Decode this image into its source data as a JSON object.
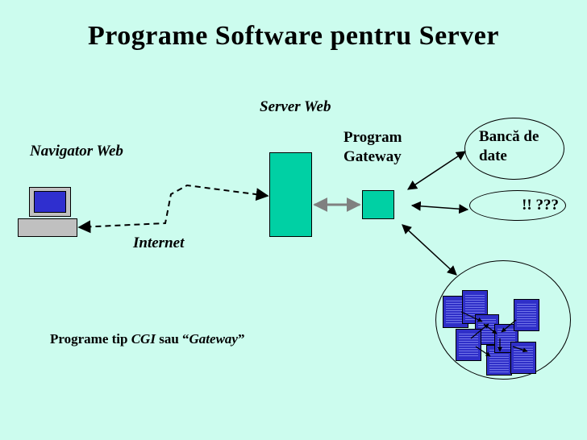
{
  "title": "Programe Software pentru  Server",
  "labels": {
    "server_web": "Server Web",
    "navigator": "Navigator Web",
    "internet": "Internet",
    "program_gateway": "Program Gateway",
    "database": "Bancă de date",
    "unknown": "!! ???"
  },
  "caption": {
    "prefix": "Programe tip ",
    "cgi": "CGI",
    "middle": "  sau “",
    "gateway": "Gateway",
    "suffix": "”"
  },
  "colors": {
    "background": "#ccfcee",
    "server_fill": "#00d0a4",
    "document_fill": "#2f2fc8",
    "monitor_gray": "#c0c0c0"
  },
  "icons": [
    "computer-icon",
    "document-icon"
  ]
}
